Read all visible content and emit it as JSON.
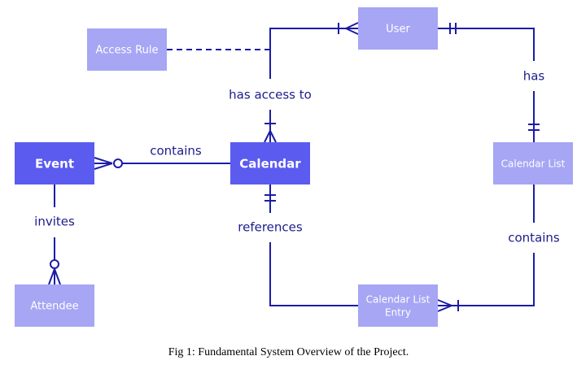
{
  "colors": {
    "line": "#1c1ca6",
    "label": "#1c1c8c",
    "primary_entity": "#5b5bf0",
    "secondary_entity": "#a6a6f5",
    "white": "#ffffff"
  },
  "entities": {
    "user": {
      "label": "User"
    },
    "access_rule": {
      "label": "Access Rule"
    },
    "event": {
      "label": "Event"
    },
    "calendar": {
      "label": "Calendar"
    },
    "calendar_list": {
      "label": "Calendar List"
    },
    "attendee": {
      "label": "Attendee"
    },
    "calendar_list_entry": {
      "label_line1": "Calendar List",
      "label_line2": "Entry"
    }
  },
  "relationships": {
    "has_access_to": "has access to",
    "has": "has",
    "contains_event": "contains",
    "invites": "invites",
    "references": "references",
    "contains_entry": "contains"
  },
  "caption": "Fig 1:  Fundamental System Overview of the Project."
}
